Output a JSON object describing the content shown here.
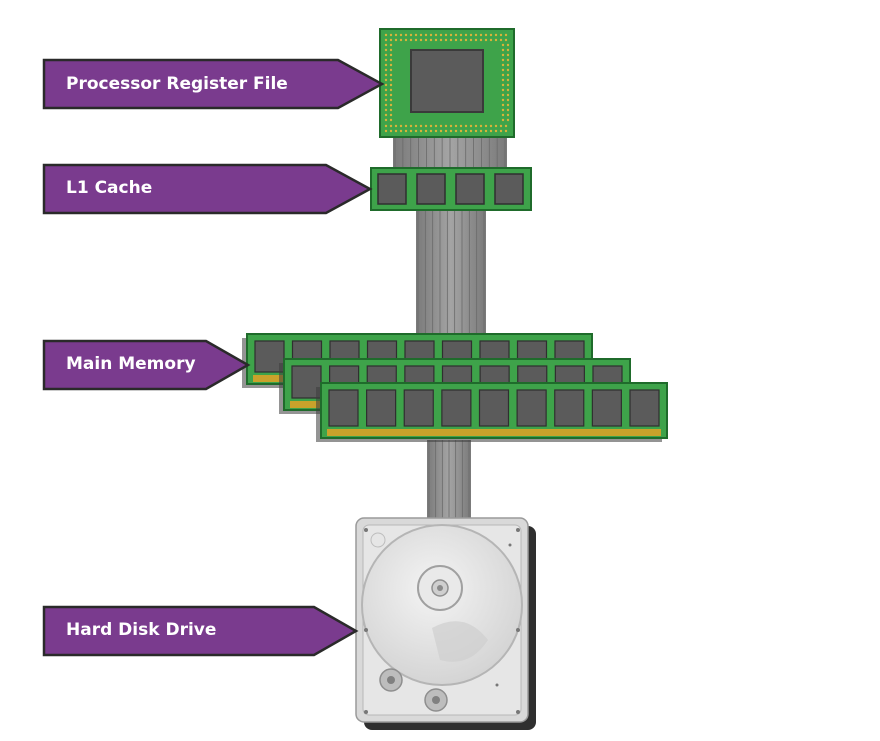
{
  "labels": {
    "register": "Processor Register File",
    "l1": "L1 Cache",
    "memory": "Main Memory",
    "disk": "Hard Disk Drive"
  },
  "colors": {
    "label_fill": "#7a3b8e",
    "label_border": "#2a2a2a",
    "pcb_green": "#3ea34a",
    "pcb_dark": "#1f6b2b",
    "chip_gray": "#5b5b5b",
    "gold": "#c9a22b",
    "cable_gray": "#8c8c8c",
    "disk_silver": "#d8d8d8"
  }
}
